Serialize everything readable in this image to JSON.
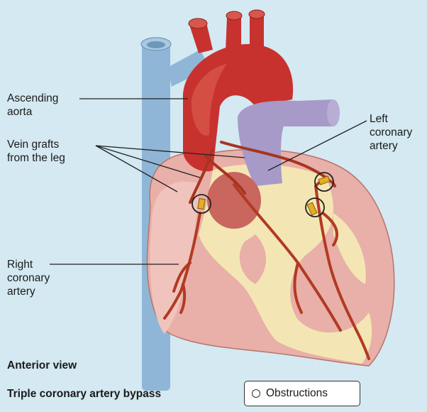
{
  "labels": {
    "ascending_aorta": [
      "Ascending",
      "aorta"
    ],
    "vein_grafts": [
      "Vein grafts",
      "from the leg"
    ],
    "left_coronary_artery": [
      "Left",
      "coronary",
      "artery"
    ],
    "right_coronary_artery": [
      "Right",
      "coronary",
      "artery"
    ]
  },
  "captions": {
    "view": "Anterior view",
    "procedure": "Triple coronary artery bypass"
  },
  "legend": {
    "obstructions": "Obstructions"
  },
  "colors": {
    "background": "#d4e9f2",
    "vena_cava": "#8fb6d6",
    "aorta": "#c8322e",
    "pulmonary_artery": "#a79ac8",
    "heart_muscle": "#e8b0a8",
    "fat": "#f4e6b4",
    "artery": "#b23a24",
    "obstruction": "#e0b020"
  }
}
